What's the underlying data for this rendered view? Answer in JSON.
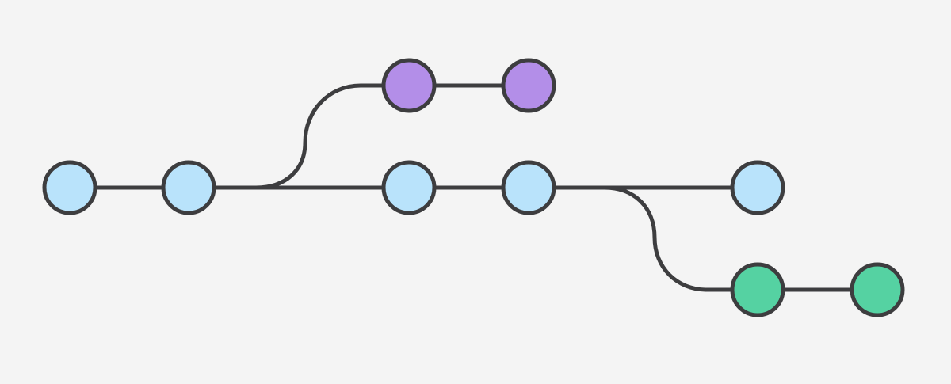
{
  "colors": {
    "background": "#f4f4f4",
    "stroke": "#3d3d3f",
    "main": "#b9e3fb",
    "feature_a": "#b38ee8",
    "feature_b": "#55d2a2"
  },
  "branches": [
    {
      "id": "main",
      "color_key": "main",
      "commits": 5
    },
    {
      "id": "feature_a",
      "color_key": "feature_a",
      "commits": 2,
      "branches_from_commit": 2,
      "direction": "up"
    },
    {
      "id": "feature_b",
      "color_key": "feature_b",
      "commits": 2,
      "branches_from_commit": 4,
      "direction": "down"
    }
  ]
}
